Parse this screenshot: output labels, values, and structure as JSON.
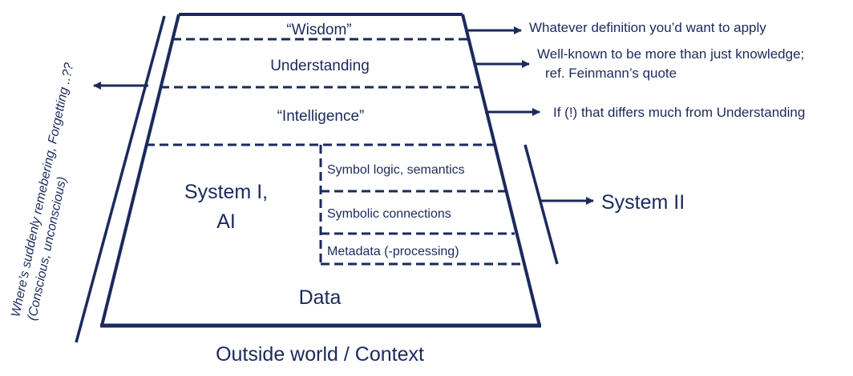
{
  "colors": {
    "ink": "#1b2a5c",
    "background": "#ffffff"
  },
  "pyramid": {
    "layers": {
      "wisdom": "“Wisdom”",
      "understanding": "Understanding",
      "intelligence": "“Intelligence”",
      "system1_line1": "System I,",
      "system1_line2": "AI",
      "data": "Data"
    },
    "sub_boxes": {
      "symbol_logic": "Symbol logic, semantics",
      "symbolic_connections": "Symbolic connections",
      "metadata": "Metadata (-processing)"
    }
  },
  "annotations": {
    "wisdom_note": "Whatever definition you’d want to apply",
    "understanding_note_line1": "Well-known to be more than just knowledge;",
    "understanding_note_line2": "ref. Feinmann’s quote",
    "intelligence_note": "If (!) that differs much from Understanding",
    "system2": "System II",
    "left_note_line1": "Where’s suddenly remebering, Forgetting ..??",
    "left_note_line2": "(Conscious, unconscious)",
    "outside_world": "Outside world / Context"
  }
}
